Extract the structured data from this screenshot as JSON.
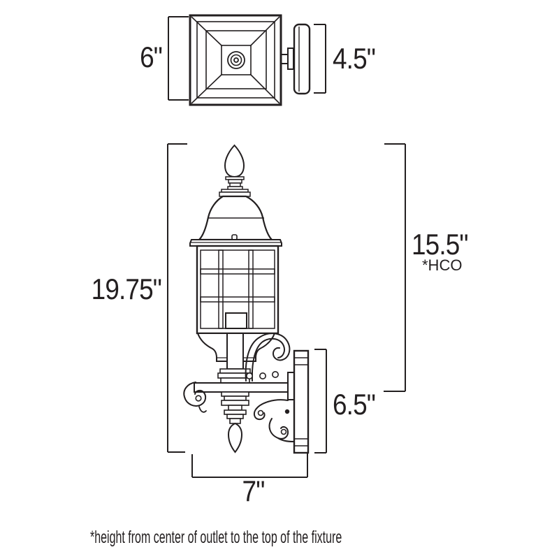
{
  "colors": {
    "background": "#ffffff",
    "line": "#231f20",
    "text": "#231f20"
  },
  "dimensions": {
    "backplate_height": "6\"",
    "canopy_depth": "4.5\"",
    "fixture_height": "19.75\"",
    "outlet_to_top": "15.5\"",
    "outlet_note": "*HCO",
    "backplate_face_height": "6.5\"",
    "projection_width": "7\""
  },
  "footnote": "*height from center of outlet to the top of the fixture"
}
